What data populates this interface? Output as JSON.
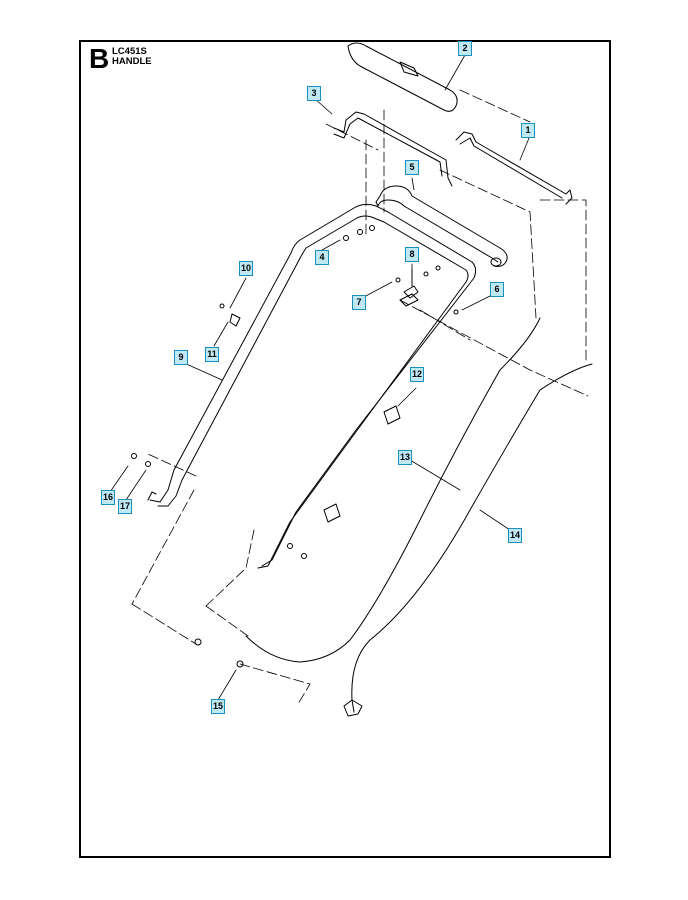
{
  "header": {
    "section_letter": "B",
    "model": "LC451S",
    "title": "HANDLE"
  },
  "callouts": [
    "1",
    "2",
    "3",
    "4",
    "5",
    "6",
    "7",
    "8",
    "9",
    "10",
    "11",
    "12",
    "13",
    "14",
    "15",
    "16",
    "17"
  ],
  "colors": {
    "callout_fill": "#bfe8f5",
    "callout_border": "#1a8fc0",
    "line": "#000000"
  }
}
